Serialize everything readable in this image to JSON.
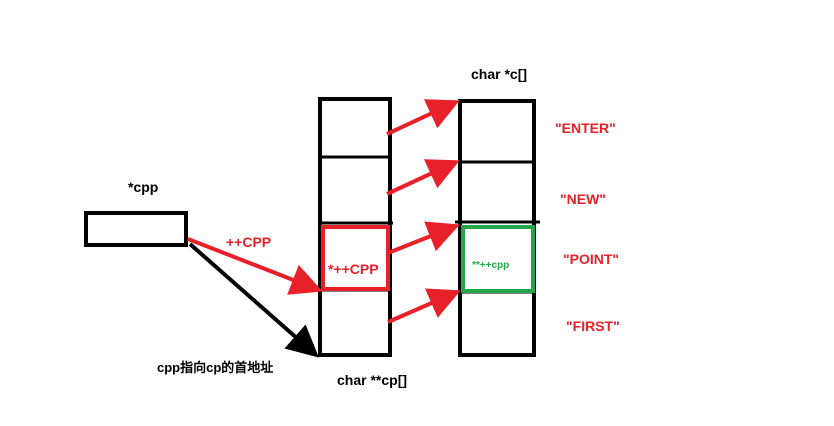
{
  "labels": {
    "cpp_var": "*cpp",
    "increment": "++CPP",
    "cp_array": "char **cp[]",
    "c_array": "char *c[]",
    "cpp_note": "cpp指向cp的首地址",
    "deref_increment": "*++CPP",
    "double_deref": "**++cpp"
  },
  "strings": [
    "\"ENTER\"",
    "\"NEW\"",
    "\"POINT\"",
    "\"FIRST\""
  ],
  "colors": {
    "box": "#000000",
    "arrow": "#e8202a",
    "highlight_cp": "#e8202a",
    "highlight_c": "#22a84a"
  }
}
